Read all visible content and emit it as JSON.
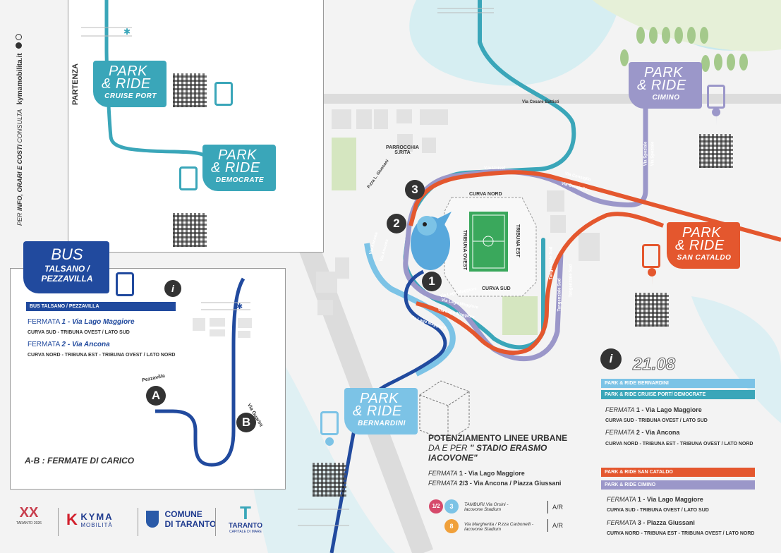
{
  "colors": {
    "teal": "#3aa6b9",
    "light_blue": "#7cc3e6",
    "lilac": "#9b97c9",
    "orange": "#e4572e",
    "navy": "#214a9e",
    "dark": "#333333"
  },
  "sidebar": {
    "text_per": "PER",
    "text_info": "INFO, ORARI E COSTI",
    "text_consulta": "CONSULTA",
    "text_site": "kymamobilita.it"
  },
  "top_panel": {
    "partenza": "PARTENZA"
  },
  "badges": {
    "cruise_port": {
      "l1": "PARK",
      "l2": "& RIDE",
      "l3": "CRUISE PORT"
    },
    "democrate": {
      "l1": "PARK",
      "l2": "& RIDE",
      "l3": "DEMOCRATE"
    },
    "cimino": {
      "l1": "PARK",
      "l2": "& RIDE",
      "l3": "CIMINO"
    },
    "san_cataldo": {
      "l1": "PARK",
      "l2": "& RIDE",
      "l3": "SAN CATALDO"
    },
    "bernardini": {
      "l1": "PARK",
      "l2": "& RIDE",
      "l3": "BERNARDINI"
    }
  },
  "bus_panel": {
    "badge_l1": "BUS",
    "badge_l2": "TALSANO /",
    "badge_l3": "PEZZAVILLA",
    "bar": "BUS TALSANO / PEZZAVILLA",
    "f1_prefix": "FERMATA",
    "f1_name": "1 - Via Lago Maggiore",
    "f1_detail": "CURVA SUD - TRIBUNA OVEST / LATO SUD",
    "f2_prefix": "FERMATA",
    "f2_name": "2 - Via Ancona",
    "f2_detail": "CURVA NORD - TRIBUNA EST - TRIBUNA OVEST / LATO NORD",
    "stop_a": "A",
    "stop_b": "B",
    "label_a": "Pezzavilla",
    "label_b": "Via Guarini",
    "footer": "A-B : FERMATE DI CARICO"
  },
  "map_labels": {
    "cesare_battisti": "Via Cesare Battisti",
    "parrocchia_l1": "PARROCCHIA",
    "parrocchia_l2": "S.RITA",
    "giussani": "P.zza L. Giussani",
    "unicef": "V.le Unicef",
    "consiglio1": "Via Consiglio",
    "consiglio2": "Via Consiglio",
    "speziale1": "Via Speziale",
    "speziale2": "Via Speziale",
    "ancona1": "Via Ancona",
    "ancona2": "Via Ancona",
    "lago1": "Via Lago Maggiore",
    "lago2": "Via Lago Maggiore",
    "lago3": "Via Lago Maggiore",
    "lago4": "Via Lago Maggiore",
    "tangenziale1": "Tangenziale Sud",
    "tangenziale2": "Tangenziale Sud",
    "tangenziale3": "Tangenziale Sud",
    "curva_nord": "CURVA NORD",
    "curva_sud": "CURVA SUD",
    "tribuna_ovest": "TRIBUNA OVEST",
    "tribuna_est": "TRIBUNA EST",
    "stop1": "1",
    "stop2": "2",
    "stop3": "3"
  },
  "potenziamento": {
    "title": "POTENZIAMENTO LINEE URBANE",
    "l2": "DA E PER",
    "l2b": "\" STADIO ERASMO",
    "l3": "IACOVONE\"",
    "f1_prefix": "FERMATA",
    "f1_name": "1 - Via Lago Maggiore",
    "f2_prefix": "FERMATA",
    "f2_name": "2/3 - Via Ancona / Piazza Giussani",
    "line1_badge_a": "1/2",
    "line1_badge_b": "3",
    "line1_text_a": "TAMBURI,Via Orsini -",
    "line1_text_b": "Iacovone Stadium",
    "line1_ar": "A/R",
    "line2_badge": "8",
    "line2_text_a": "Via Margherita / P.zza Carbonelli -",
    "line2_text_b": "Iacovone Stadium",
    "line2_ar": "A/R"
  },
  "info_panel": {
    "date": "21.08",
    "bar1": "PARK & RIDE BERNARDINI",
    "bar2": "PARK & RIDE  CRUISE PORT/ DEMOCRATE",
    "f1_prefix": "FERMATA",
    "f1_name": "1 - Via Lago Maggiore",
    "f1_detail": "CURVA SUD - TRIBUNA OVEST / LATO SUD",
    "f2_prefix": "FERMATA",
    "f2_name": "2 - Via Ancona",
    "f2_detail": "CURVA NORD - TRIBUNA EST - TRIBUNA OVEST / LATO NORD",
    "bar3": "PARK & RIDE SAN CATALDO",
    "bar4": "PARK & RIDE CIMINO",
    "f3_prefix": "FERMATA",
    "f3_name": "1 - Via Lago Maggiore",
    "f3_detail": "CURVA SUD - TRIBUNA OVEST / LATO SUD",
    "f4_prefix": "FERMATA",
    "f4_name": "3 - Piazza Giussani",
    "f4_detail": "CURVA NORD - TRIBUNA EST - TRIBUNA OVEST / LATO NORD"
  },
  "logos": {
    "taranto2026_a": "XX",
    "taranto2026_b": "TARANTO 2026",
    "kyma_a": "KYMA",
    "kyma_b": "MOBILITÀ",
    "comune_a": "COMUNE",
    "comune_b": "DI TARANTO",
    "taranto_a": "TARANTO",
    "taranto_b": "CAPITALE DI MARE"
  }
}
